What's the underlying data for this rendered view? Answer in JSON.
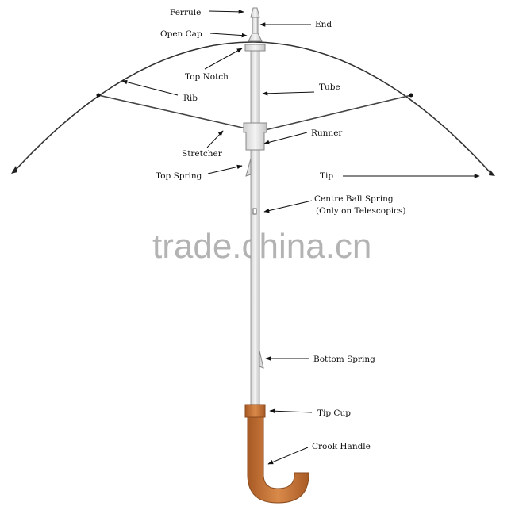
{
  "labels": {
    "ferrule": "Ferrule",
    "end": "End",
    "open_cap": "Open Cap",
    "top_notch": "Top Notch",
    "tube": "Tube",
    "rib": "Rib",
    "runner": "Runner",
    "stretcher": "Stretcher",
    "top_spring": "Top Spring",
    "tip": "Tip",
    "centre_ball_spring": "Centre Ball Spring",
    "centre_ball_spring_note": "(Only on Telescopics)",
    "bottom_spring": "Bottom Spring",
    "tip_cup": "Tip Cup",
    "crook_handle": "Crook Handle"
  },
  "watermark": "trade.china.cn",
  "colors": {
    "handle": "#c8773a",
    "handle_dark": "#8a4a1c",
    "shaft": "#e6e6e6",
    "line": "#333333"
  }
}
